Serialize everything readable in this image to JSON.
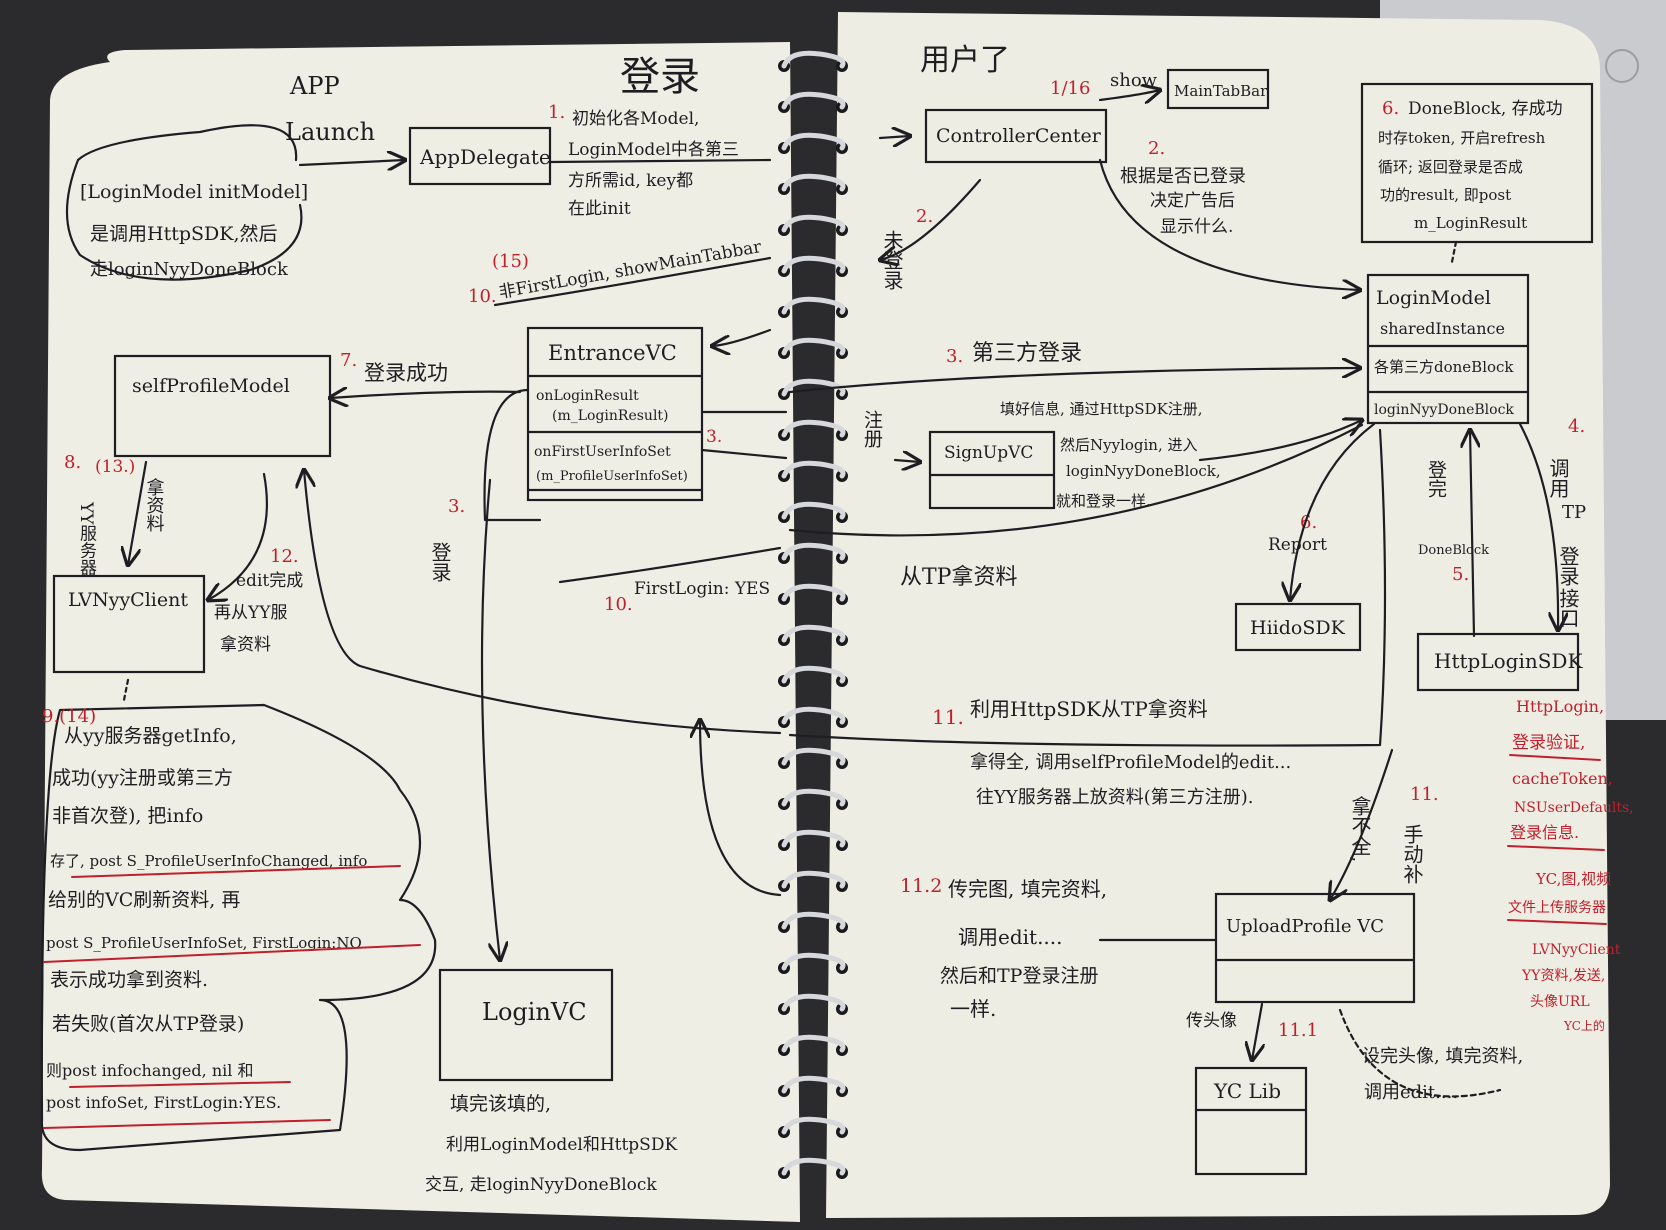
{
  "colors": {
    "paper": "#efeee4",
    "ink": "#1e1e22",
    "red_ink": "#c0202c",
    "background": "#2b2b2d",
    "spiral": "#d6d8dc"
  },
  "left_page": {
    "title_app": "APP",
    "title_denglu": "登录",
    "launch": "Launch",
    "login_model_init": "[LoginModel initModel]",
    "login_model_init_note": [
      "是调用HttpSDK,然后",
      "走loginNyyDoneBlock"
    ],
    "app_delegate": "AppDelegate",
    "step1_num": "1.",
    "step1_text": [
      "初始化各Model,",
      "LoginModel中各第三",
      "方所需id, key都",
      "在此init"
    ],
    "step2_side_num": "2.",
    "step2_side_text": "未登录",
    "step10_not_first_num": "10.",
    "step10_not_first_red": "(15)",
    "step10_not_first_text": "非FirstLogin, showMainTabbar",
    "entrance_vc": "EntranceVC",
    "on_login_result": [
      "onLoginResult",
      "(m_LoginResult)"
    ],
    "on_first_user_info": [
      "onFirstUserInfoSet",
      "(m_ProfileUserInfoSet)"
    ],
    "step3_small": "3.",
    "step7_num": "7.",
    "step7_text": "登录成功",
    "self_profile_model": "selfProfileModel",
    "step8_num": "8.",
    "step8_red": "(13.)",
    "step8_text": "YY服务器",
    "step8_side": "拿资料",
    "lvnyy_client": "LVNyyClient",
    "step12_num": "12.",
    "step12_text": [
      "edit完成",
      "再从YY服",
      "拿资料"
    ],
    "step3_login_num": "3.",
    "step3_login_text": "登录",
    "step10_first_num": "10.",
    "step10_first_text": "FirstLogin: YES",
    "step9_num": "9.(14)",
    "step9_text": [
      "从yy服务器getInfo,",
      "成功(yy注册或第三方",
      "非首次登), 把info",
      "存了, post  S_ProfileUserInfoChanged, info",
      "给别的VC刷新资料, 再",
      "post  S_ProfileUserInfoSet, FirstLogin:NO",
      "表示成功拿到资料.",
      "若失败(首次从TP登录)",
      "则post  infochanged, nil 和",
      "post  infoSet, FirstLogin:YES."
    ],
    "login_vc": "LoginVC",
    "login_vc_note": [
      "填完该填的,",
      "利用LoginModel和HttpSDK",
      "交互, 走loginNyyDoneBlock"
    ]
  },
  "right_page": {
    "title_main": "用户了",
    "step_show_red": "1/16",
    "step_show_text": "show",
    "main_tab_bar": "MainTabBar",
    "controller_center": "ControllerCenter",
    "step2_num": "2.",
    "step2_text": [
      "根据是否已登录",
      "决定广告后",
      "显示什么."
    ],
    "step6_done_num": "6.",
    "step6_done_text": [
      "DoneBlock, 存成功",
      "时存token, 开启refresh",
      "循环; 返回登录是否成",
      "功的result, 即post",
      "m_LoginResult"
    ],
    "login_model": "LoginModel",
    "shared_instance": "sharedInstance",
    "third_done_block": "各第三方doneBlock",
    "login_nyy_done_block": "loginNyyDoneBlock",
    "step3_third_num": "3.",
    "step3_third_text": "第三方登录",
    "register_side": "注册",
    "signup_vc": "SignUpVC",
    "signup_note": [
      "填好信息, 通过HttpSDK注册,",
      "然后Nyylogin, 进入",
      "loginNyyDoneBlock,",
      "就和登录一样."
    ],
    "step4_num": "4.",
    "step4_text": [
      "调用",
      "TP",
      "登录",
      "接口"
    ],
    "step6_report_num": "6.",
    "step6_report_text": "Report",
    "login_done_side": "登完",
    "done_block_label": "DoneBlock",
    "step5_num": "5.",
    "from_tp_data": "从TP拿资料",
    "hiido_sdk": "HiidoSDK",
    "http_login_sdk": "HttpLoginSDK",
    "step11_num": "11.",
    "step11_text": "利用HttpSDK从TP拿资料",
    "step11_get_all": [
      "拿得全, 调用selfProfileModel的edit...",
      "往YY服务器上放资料(第三方注册)."
    ],
    "step11_side_num": "11.",
    "step11_side_text": "手动补",
    "incomplete_side": "拿不全,",
    "step11_2_num": "11.2",
    "step11_2_text": [
      "传完图, 填完资料,",
      "调用edit....",
      "然后和TP登录注册",
      "一样."
    ],
    "upload_profile_vc": "UploadProfile VC",
    "upload_image_side": "传头像",
    "step11_1_num": "11.1",
    "yc_lib": "YC Lib",
    "set_avatar_note": [
      "设完头像, 填完资料,",
      "调用edit...."
    ],
    "red_notes": [
      "HttpLogin,",
      "登录验证,",
      "cacheToken,",
      "NSUserDefaults,",
      "登录信息.",
      "YC,图,视频",
      "文件上传服务器",
      "LVNyyClient",
      "YY资料,发送,",
      "头像URL",
      "YC上的"
    ]
  }
}
